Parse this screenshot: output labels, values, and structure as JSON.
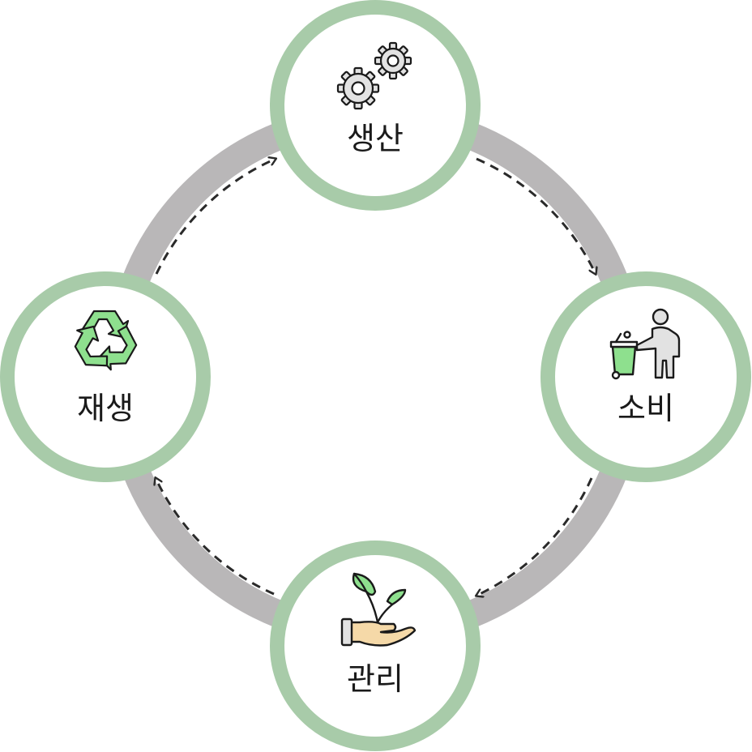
{
  "nodes": [
    {
      "id": "production",
      "label": "생산",
      "icon": "gears-icon"
    },
    {
      "id": "consumption",
      "label": "소비",
      "icon": "person-disposing-trash-icon"
    },
    {
      "id": "management",
      "label": "관리",
      "icon": "hand-holding-sprout-icon"
    },
    {
      "id": "recycling",
      "label": "재생",
      "icon": "recycle-icon"
    }
  ],
  "colors": {
    "ring": "#b9b7b8",
    "node_border": "#a8cba9",
    "arrow": "#2a2a2a",
    "leaf_green": "#8ee08e",
    "hand": "#f5d9a8"
  }
}
